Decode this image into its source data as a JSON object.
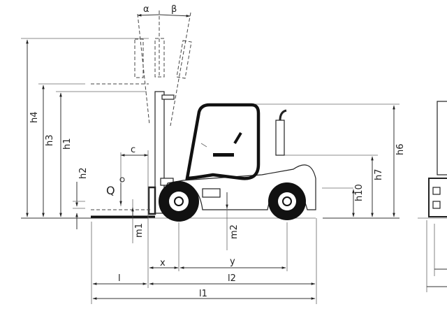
{
  "diagram": {
    "title": "Forklift dimension diagram",
    "labels": {
      "alpha": "α",
      "beta": "β",
      "h1": "h1",
      "h2": "h2",
      "h3": "h3",
      "h4": "h4",
      "h6": "h6",
      "h7": "h7",
      "h10": "h10",
      "c": "c",
      "Q": "Q",
      "m1": "m1",
      "m2": "m2",
      "x": "x",
      "y": "y",
      "l": "l",
      "l1": "l1",
      "l2": "l2"
    }
  }
}
